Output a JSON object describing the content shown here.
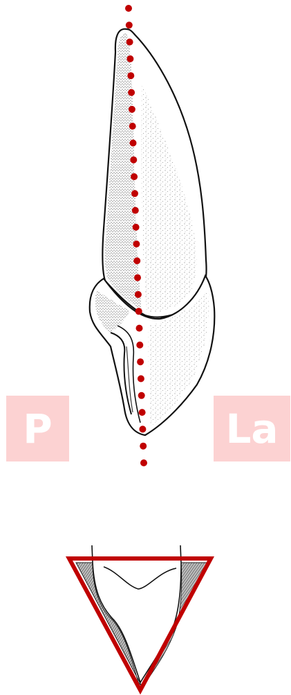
{
  "labels": {
    "left": "P",
    "right": "La"
  },
  "icons": {
    "tooth_side_view": "tooth-lateral-view-illustration",
    "tooth_cross_section": "tooth-cross-section-illustration",
    "midline": "dotted-axis-line",
    "triangle": "outline-triangle"
  },
  "colors": {
    "axis": "#c00000",
    "triangle": "#c00000",
    "label_background": "#fcd2d2",
    "label_text": "#ffffff",
    "outline": "#111111"
  }
}
